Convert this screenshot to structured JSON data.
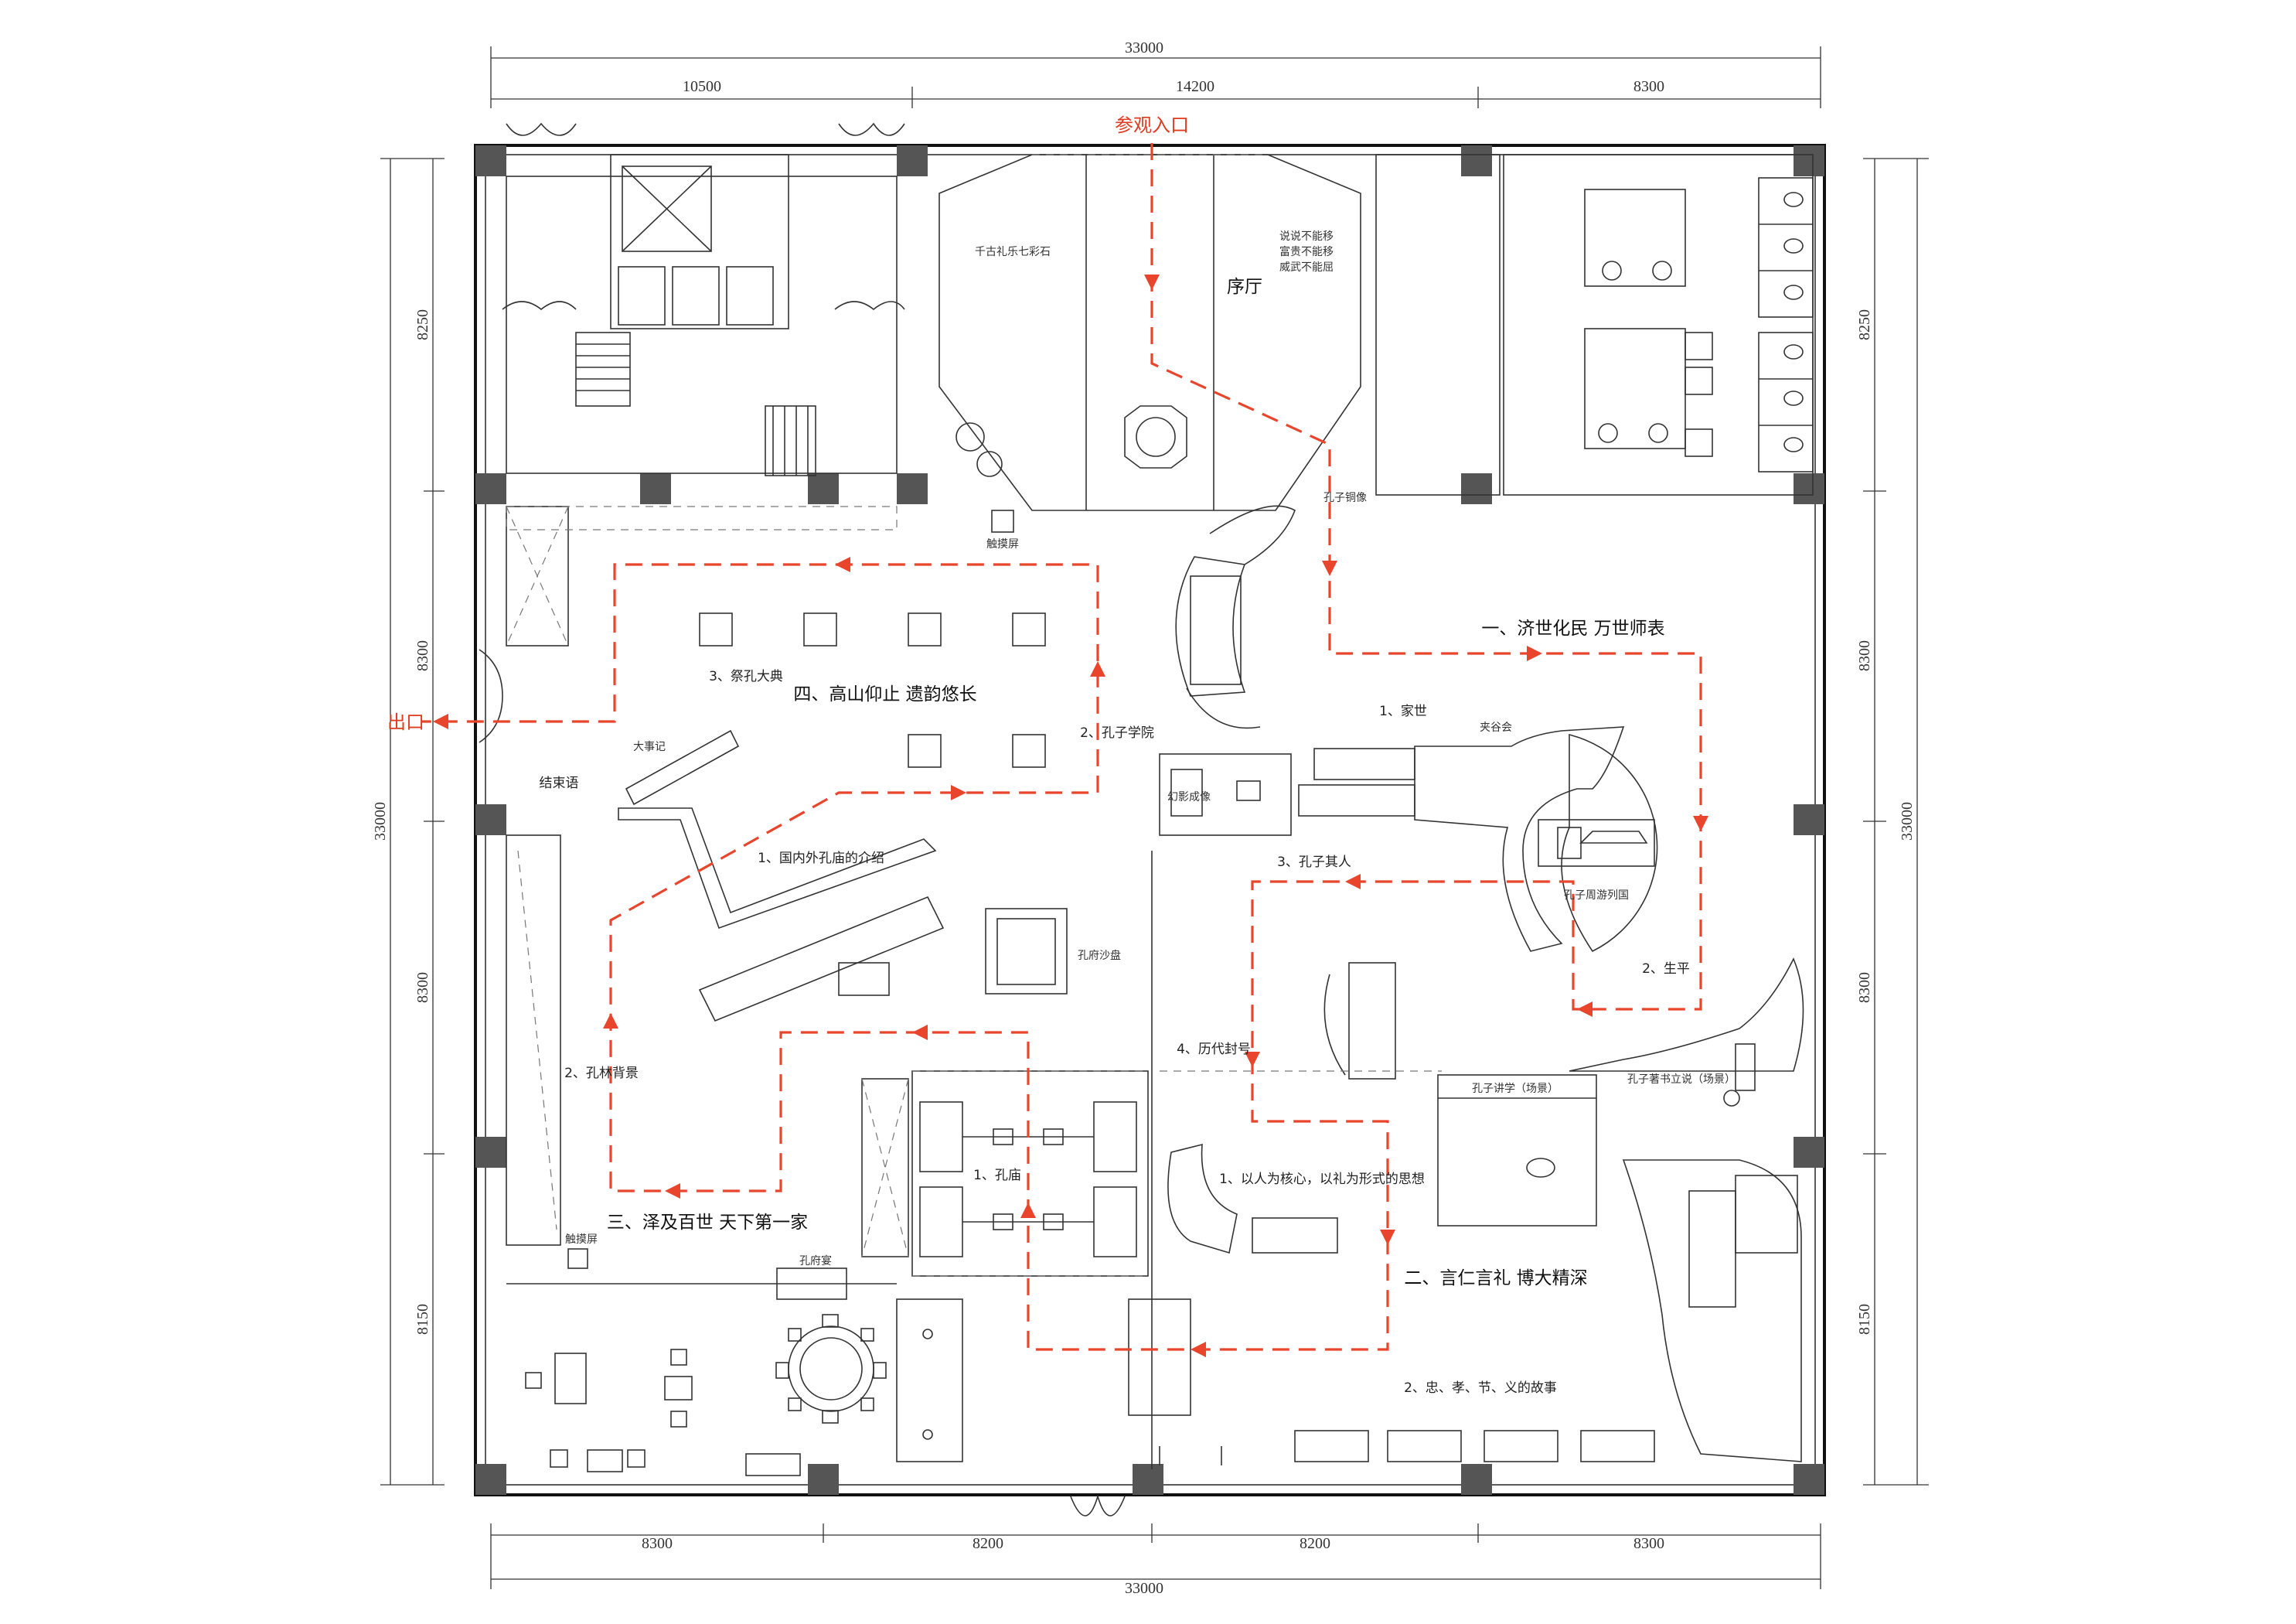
{
  "dimensions": {
    "top_total": "33000",
    "top_segments": [
      "10500",
      "14200",
      "8300"
    ],
    "bottom_total": "33000",
    "bottom_segments": [
      "8300",
      "8200",
      "8200",
      "8300"
    ],
    "left_total": "33000",
    "left_segments": [
      "8250",
      "8300",
      "8300",
      "8150"
    ],
    "right_total": "33000",
    "right_segments": [
      "8250",
      "8300",
      "8300",
      "8150"
    ]
  },
  "entrance_label": "参观入口",
  "exit_label": "出口",
  "rooms": {
    "foyer": "序厅",
    "foyer_left_text": "千古礼乐七彩石",
    "foyer_right_text": [
      "说说不能移",
      "富贵不能移",
      "威武不能屈"
    ],
    "touch_screen_top": "触摸屏",
    "confucius_statue": "孔子铜像",
    "zone1_title": "一、济世化民 万世师表",
    "zone1_item1": "1、家世",
    "zone1_item1b": "夹谷会",
    "zone1_tour": "孔子周游列国",
    "zone1_item2": "2、生平",
    "zone1_item3": "3、孔子其人",
    "zone1_item4": "4、历代封号",
    "hologram": "幻影成像",
    "zone4_title": "四、高山仰止 遗韵悠长",
    "zone4_item1": "1、国内外孔庙的介绍",
    "zone4_item2": "2、孔子学院",
    "zone4_item3": "3、祭孔大典",
    "big_events": "大事记",
    "epilogue": "结束语",
    "zone3_title": "三、泽及百世 天下第一家",
    "zone3_item1": "1、孔庙",
    "zone3_item2": "2、孔林背景",
    "kong_mansion_sand": "孔府沙盘",
    "touch_screen_bottom": "触摸屏",
    "kong_mansion": "孔府宴",
    "zone2_title": "二、言仁言礼 博大精深",
    "zone2_item1": "1、以人为核心，以礼为形式的思想",
    "zone2_item2": "2、忠、孝、节、义的故事",
    "lecture_scene": "孔子讲学（场景）",
    "lecture_scene2": "孔子著书立说（场景）"
  }
}
